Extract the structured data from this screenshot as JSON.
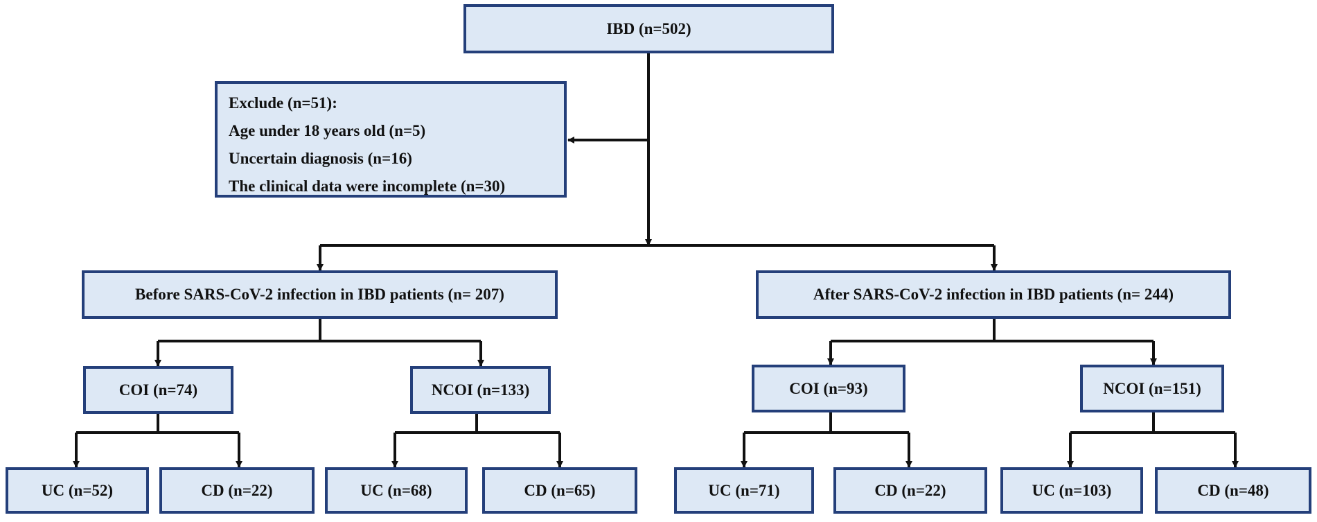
{
  "colors": {
    "box_fill": "#dde8f5",
    "box_border": "#243f7a",
    "line": "#111111"
  },
  "nodes": {
    "root": "IBD (n=502)",
    "exclude": {
      "title": "Exclude (n=51):",
      "items": [
        "Age under 18 years old (n=5)",
        "Uncertain diagnosis (n=16)",
        "The clinical data were incomplete (n=30)"
      ]
    },
    "before": "Before SARS-CoV-2 infection in IBD patients (n= 207)",
    "after": "After SARS-CoV-2 infection in IBD patients (n= 244)",
    "before_coi": "COI (n=74)",
    "before_ncoi": "NCOI (n=133)",
    "after_coi": "COI (n=93)",
    "after_ncoi": "NCOI (n=151)",
    "b_coi_uc": "UC (n=52)",
    "b_coi_cd": "CD (n=22)",
    "b_ncoi_uc": "UC (n=68)",
    "b_ncoi_cd": "CD (n=65)",
    "a_coi_uc": "UC (n=71)",
    "a_coi_cd": "CD (n=22)",
    "a_ncoi_uc": "UC (n=103)",
    "a_ncoi_cd": "CD (n=48)"
  }
}
